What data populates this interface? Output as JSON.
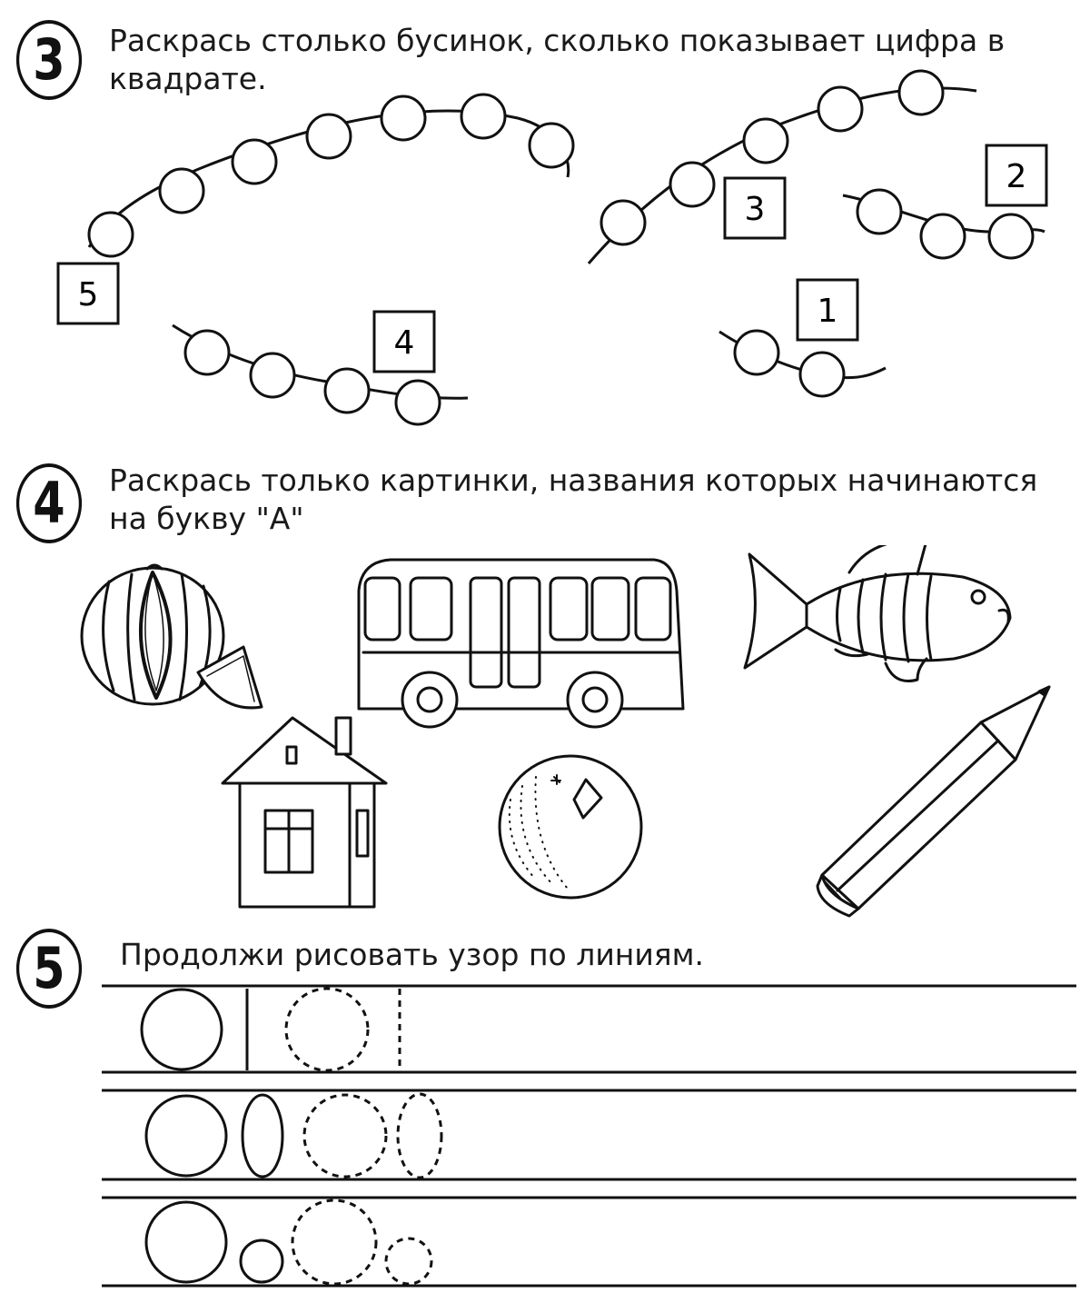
{
  "tasks": [
    {
      "number": "3",
      "instruction": "Раскрась столько бусинок, сколько показывает цифра в квадрате.",
      "boxes": [
        {
          "digit": "5",
          "beads": 7
        },
        {
          "digit": "3",
          "beads": 5
        },
        {
          "digit": "2",
          "beads": 3
        },
        {
          "digit": "4",
          "beads": 4
        },
        {
          "digit": "1",
          "beads": 2
        }
      ]
    },
    {
      "number": "4",
      "instruction": "Раскрась только картинки, названия которых начинаются на букву \"А\"",
      "pictures": [
        "watermelon",
        "bus",
        "fish",
        "house",
        "orange",
        "pencil"
      ]
    },
    {
      "number": "5",
      "instruction": "Продолжи рисовать узор по линиям.",
      "rows": 3
    }
  ]
}
